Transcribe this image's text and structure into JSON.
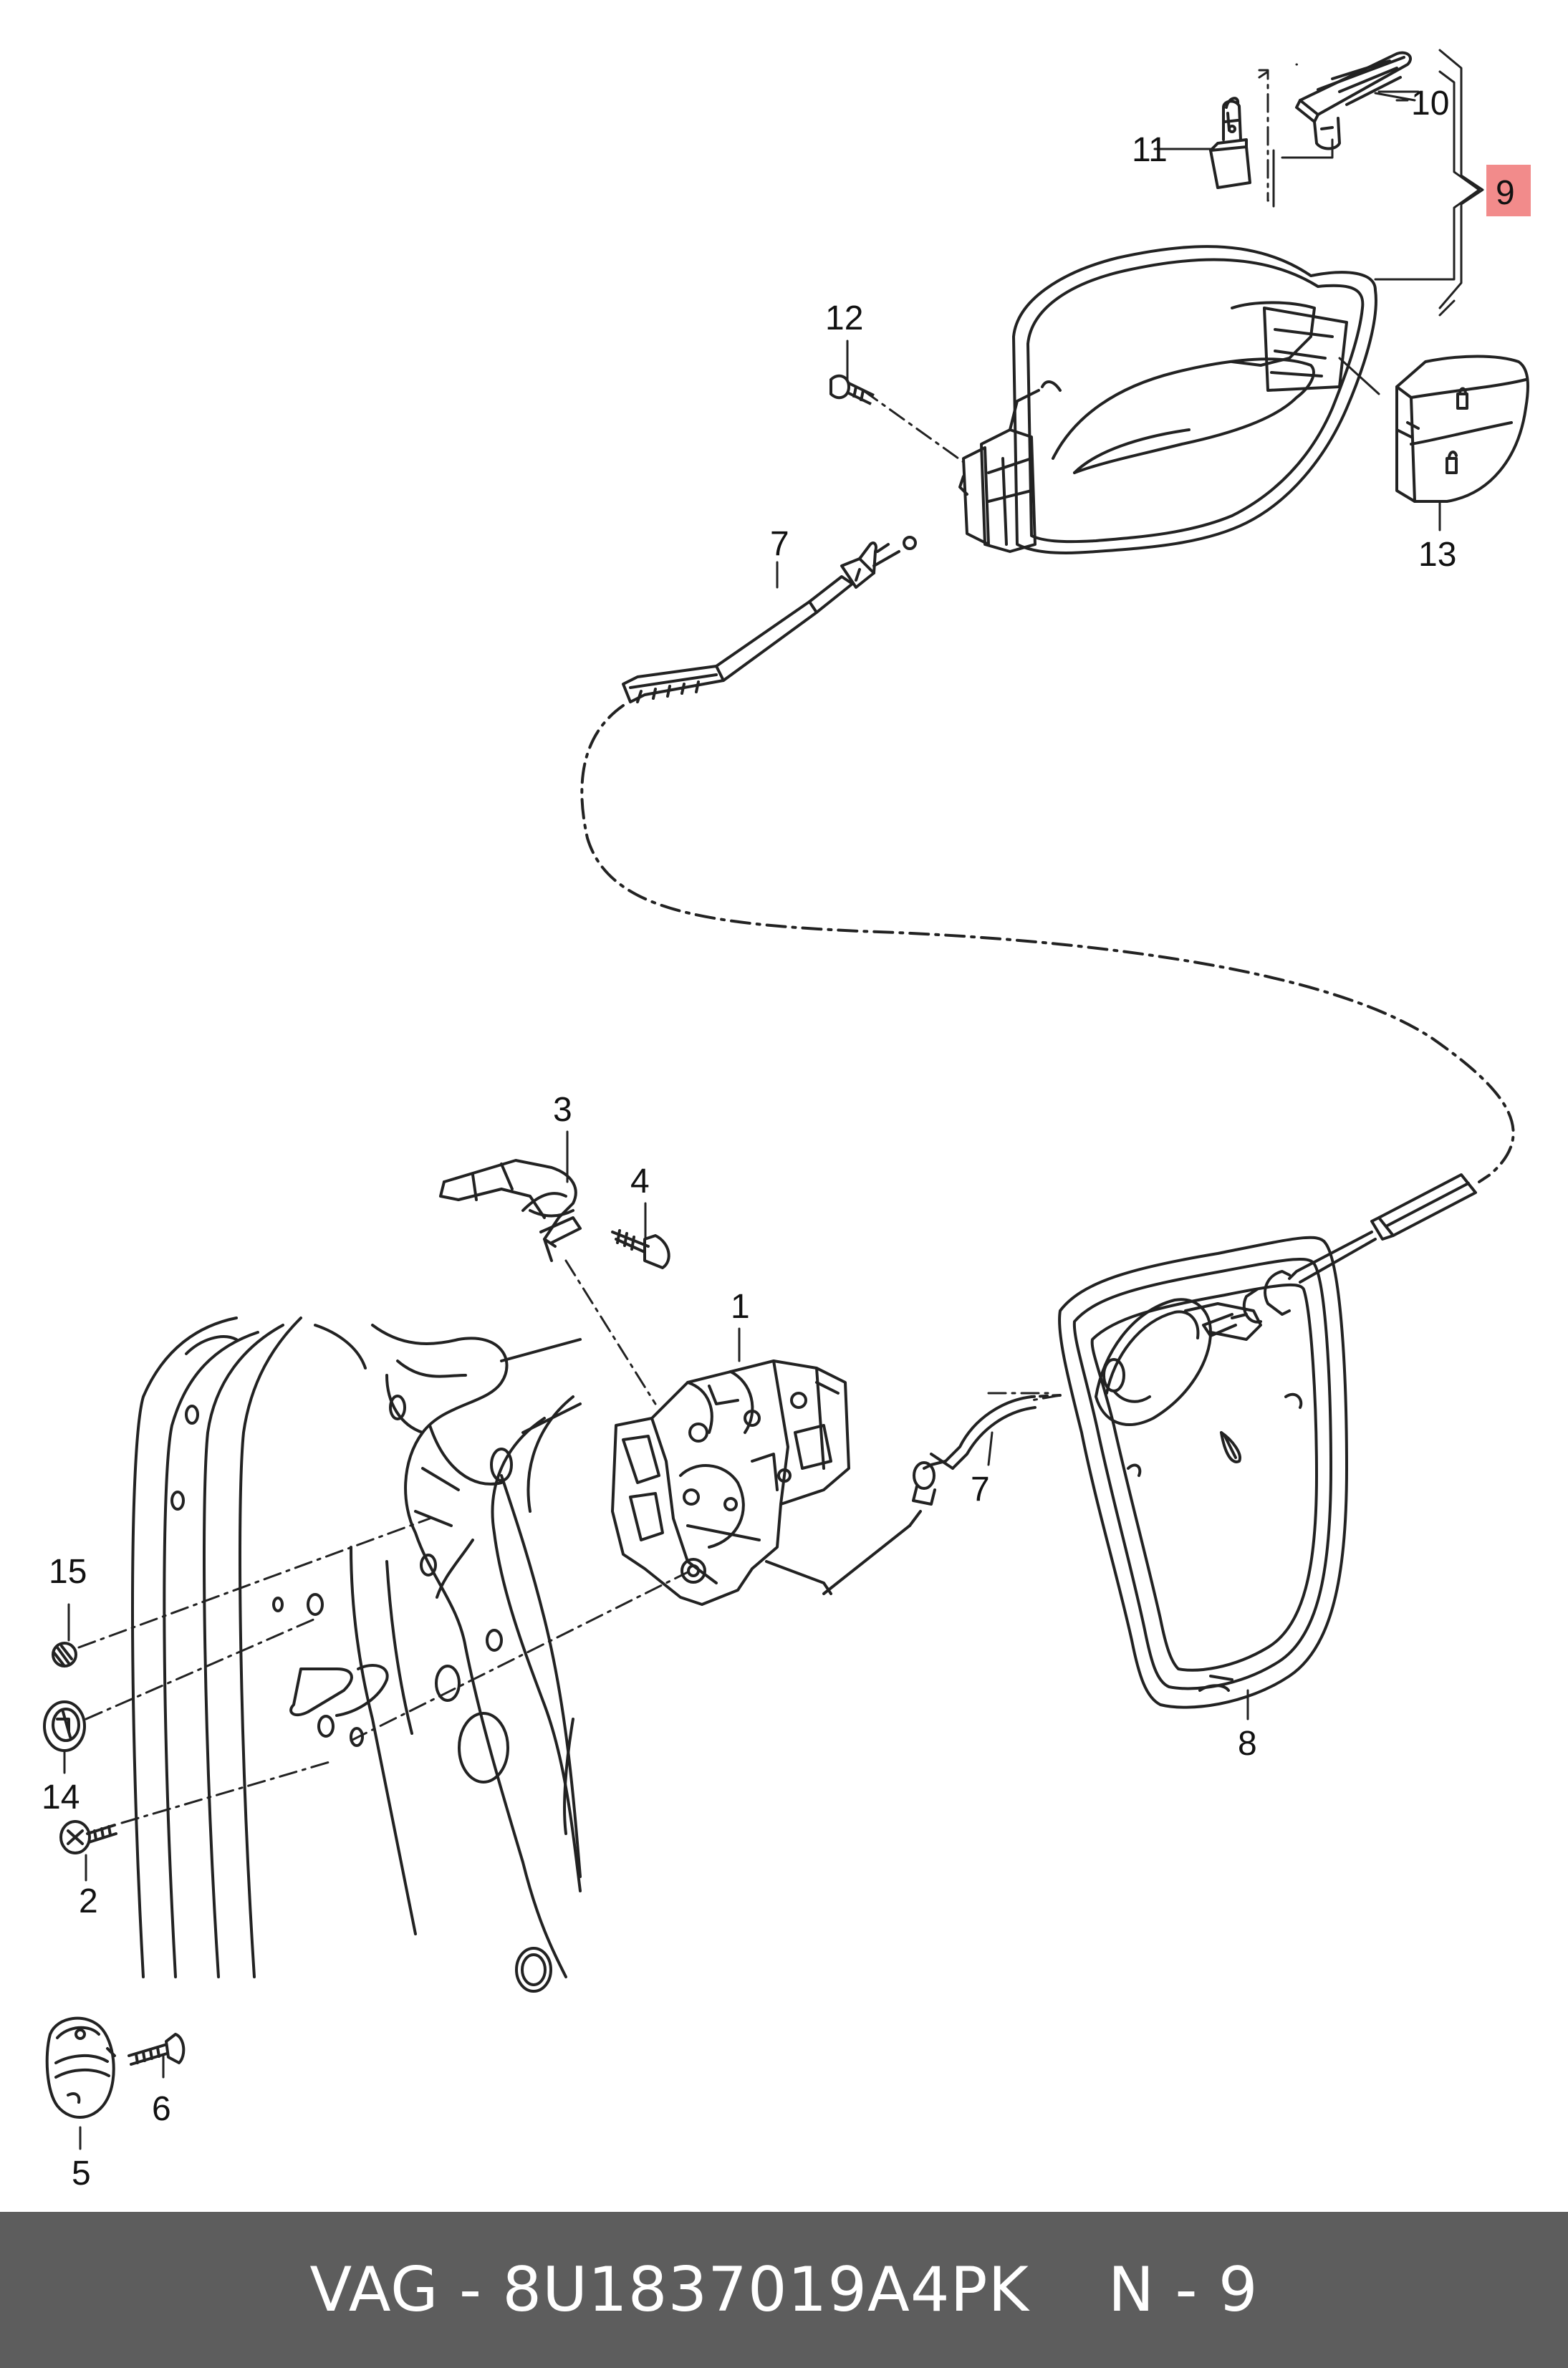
{
  "callouts": {
    "c1": "1",
    "c2": "2",
    "c3": "3",
    "c4": "4",
    "c5": "5",
    "c6": "6",
    "c7a": "7",
    "c7b": "7",
    "c8": "8",
    "c9": "9",
    "c10": "10",
    "c11": "11",
    "c12": "12",
    "c13": "13",
    "c14": "14",
    "c15": "15"
  },
  "highlight_color": "#f28b8b",
  "footer": {
    "part_number": "VAG - 8U1837019A4PK",
    "ref": "N - 9"
  }
}
